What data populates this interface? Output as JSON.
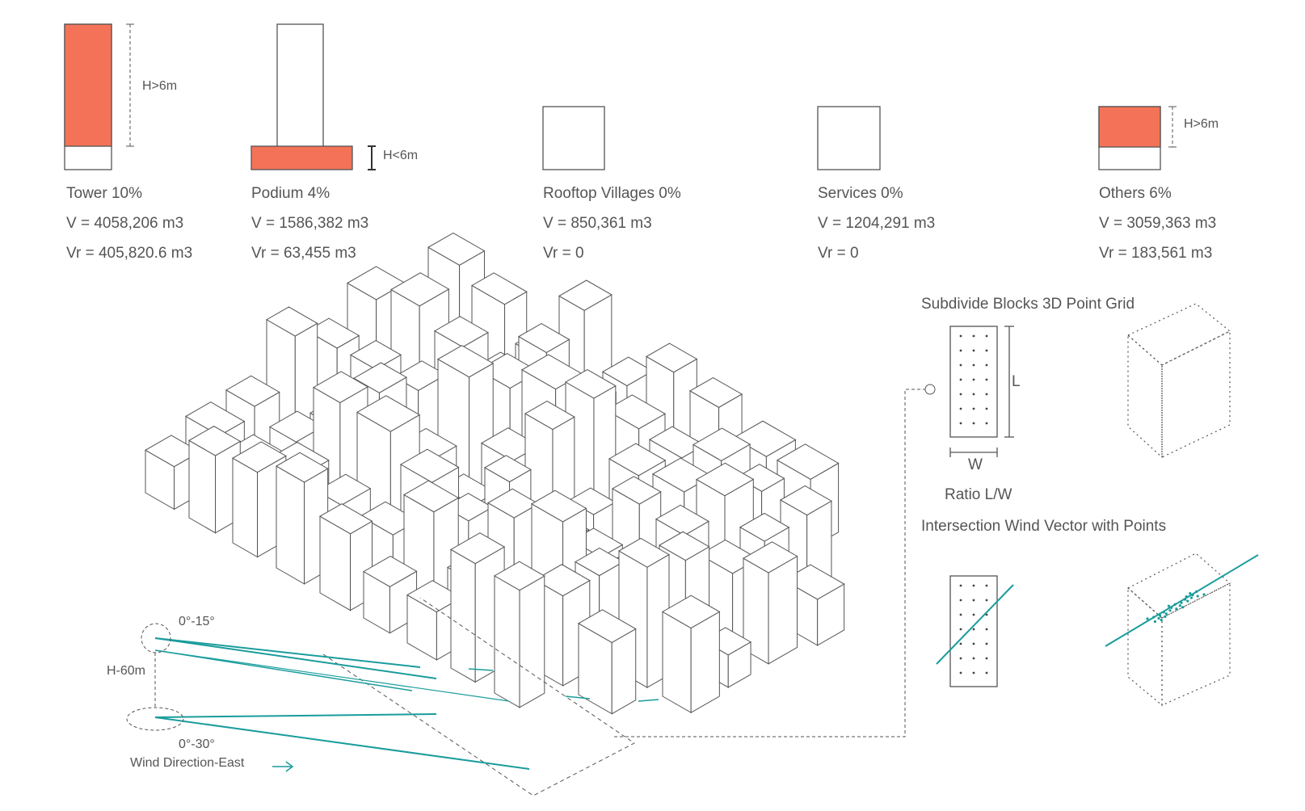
{
  "categories": [
    {
      "name": "Tower 10%",
      "volume": "V  = 4058,206 m3",
      "vr": "Vr = 405,820.6 m3",
      "height_note": "H>6m",
      "fill_fraction": 0.84
    },
    {
      "name": "Podium 4%",
      "volume": "V  = 1586,382 m3",
      "vr": "Vr = 63,455 m3",
      "height_note": "H<6m",
      "fill_fraction": 0.17
    },
    {
      "name": "Rooftop Villages 0%",
      "volume": "V  =  850,361 m3",
      "vr": "Vr = 0",
      "fill_fraction": 0
    },
    {
      "name": "Services 0%",
      "volume": "V  = 1204,291 m3",
      "vr": "Vr = 0",
      "fill_fraction": 0
    },
    {
      "name": "Others 6%",
      "volume": "V  = 3059,363 m3",
      "vr": "Vr = 183,561 m3",
      "height_note": "H>6m",
      "fill_fraction": 0.64
    }
  ],
  "grid_panel": {
    "title": "Subdivide Blocks 3D Point Grid",
    "dim_length": "L",
    "dim_width": "W",
    "ratio": "Ratio L/W",
    "intersection_title": "Intersection Wind Vector with Points"
  },
  "wind": {
    "angle_top": "0°-15°",
    "height": "H-60m",
    "angle_bottom": "0°-30°",
    "direction": "Wind Direction-East",
    "arrow_icon": "arrow-right-icon"
  },
  "colors": {
    "accent": "#f47358",
    "wind": "#1a9c9c",
    "stroke": "#555555"
  }
}
